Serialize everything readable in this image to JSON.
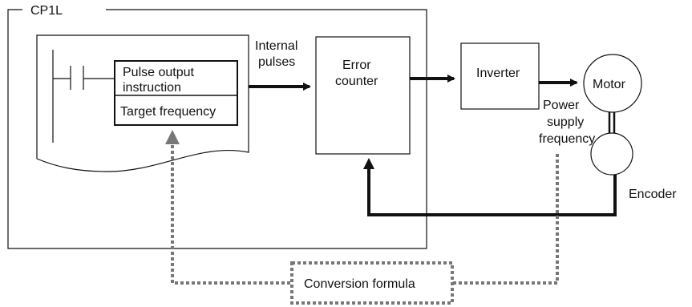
{
  "plc": {
    "label": "CP1L"
  },
  "program": {
    "instruction_label_line1": "Pulse output",
    "instruction_label_line2": "instruction",
    "target_label": "Target frequency"
  },
  "signals": {
    "internal_pulses_line1": "Internal",
    "internal_pulses_line2": "pulses",
    "power_supply_line1": "Power",
    "power_supply_line2": "supply",
    "power_supply_line3": "frequency"
  },
  "blocks": {
    "error_counter_line1": "Error",
    "error_counter_line2": "counter",
    "inverter": "Inverter",
    "motor": "Motor",
    "encoder": "Encoder",
    "conversion_formula": "Conversion formula"
  }
}
